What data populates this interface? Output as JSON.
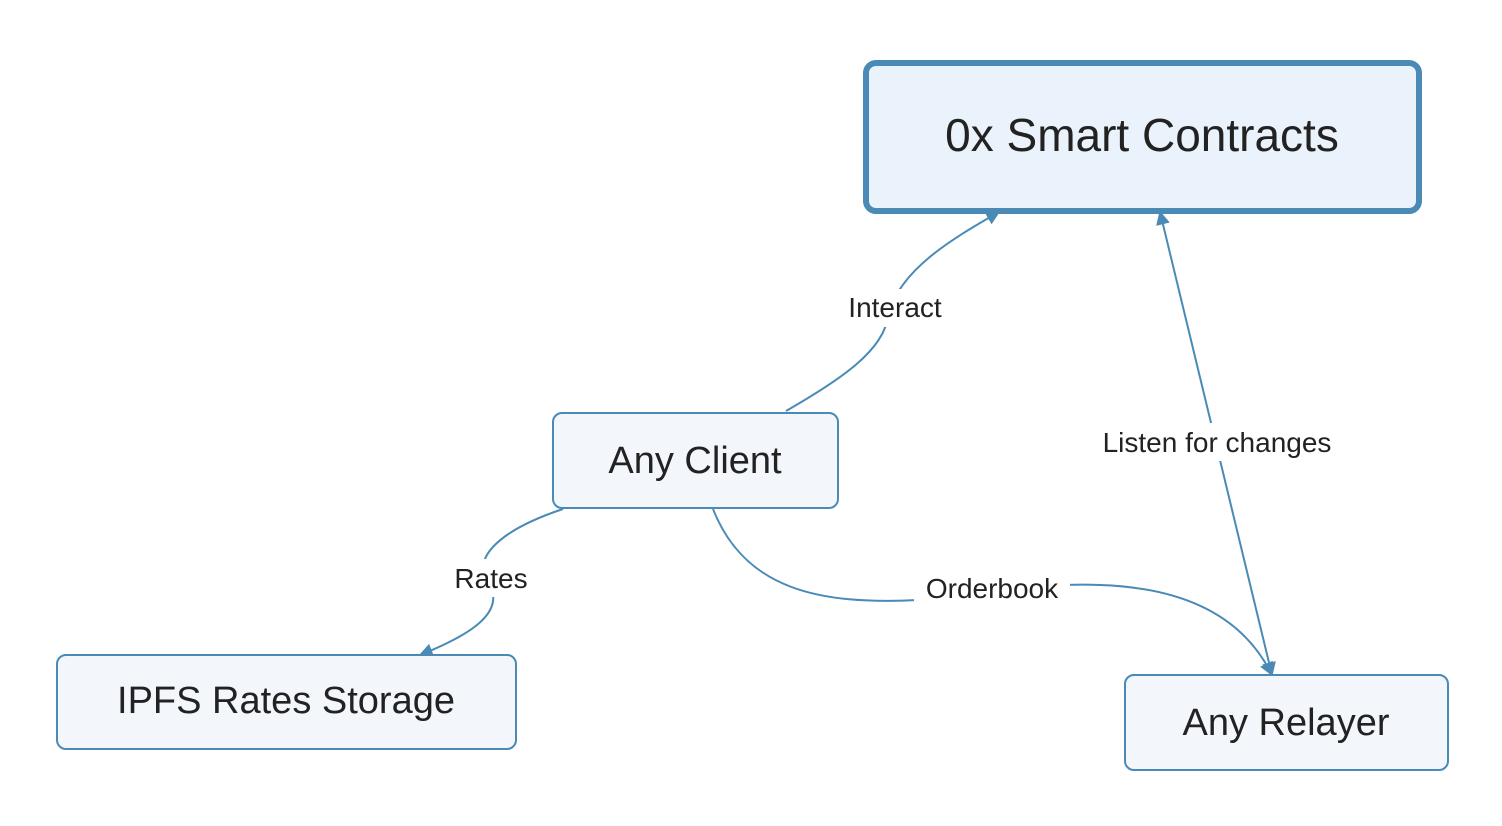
{
  "colors": {
    "node_fill": "#eaf2fb",
    "node_fill_light": "#f3f7fc",
    "node_stroke": "#4a8ab5",
    "edge_stroke": "#4a8ab5",
    "text": "#222222"
  },
  "nodes": {
    "smart_contracts": "0x Smart Contracts",
    "any_client": "Any Client",
    "ipfs_rates_storage": "IPFS Rates Storage",
    "any_relayer": "Any Relayer"
  },
  "edges": {
    "interact": "Interact",
    "listen_for_changes": "Listen for changes",
    "rates": "Rates",
    "orderbook": "Orderbook"
  }
}
